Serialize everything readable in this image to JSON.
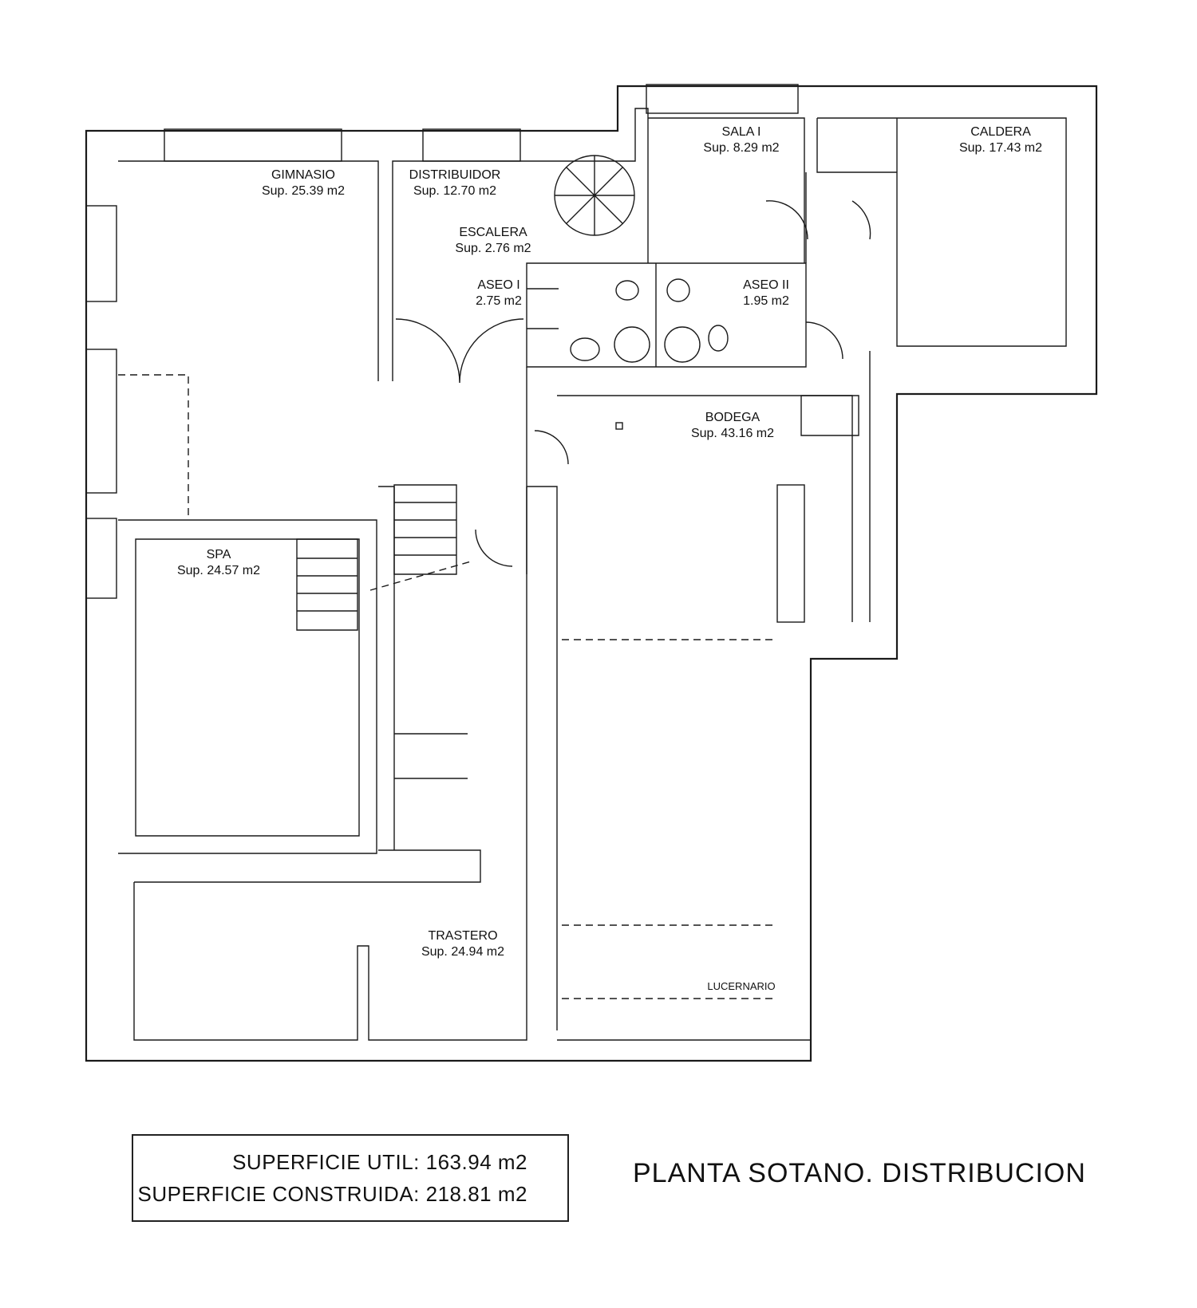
{
  "rooms": [
    {
      "name": "GIMNASIO",
      "area": "Sup. 25.39 m2"
    },
    {
      "name": "DISTRIBUIDOR",
      "area": "Sup. 12.70 m2"
    },
    {
      "name": "ESCALERA",
      "area": "Sup. 2.76 m2"
    },
    {
      "name": "ASEO I",
      "area": "2.75 m2"
    },
    {
      "name": "SALA I",
      "area": "Sup. 8.29 m2"
    },
    {
      "name": "ASEO II",
      "area": "1.95 m2"
    },
    {
      "name": "CALDERA",
      "area": "Sup. 17.43 m2"
    },
    {
      "name": "BODEGA",
      "area": "Sup. 43.16 m2"
    },
    {
      "name": "SPA",
      "area": "Sup. 24.57 m2"
    },
    {
      "name": "TRASTERO",
      "area": "Sup. 24.94 m2"
    }
  ],
  "annotations": {
    "lucernario": "LUCERNARIO"
  },
  "summary": {
    "util": "SUPERFICIE UTIL: 163.94 m2",
    "construida": "SUPERFICIE CONSTRUIDA: 218.81 m2"
  },
  "title": "PLANTA SOTANO. DISTRIBUCION"
}
